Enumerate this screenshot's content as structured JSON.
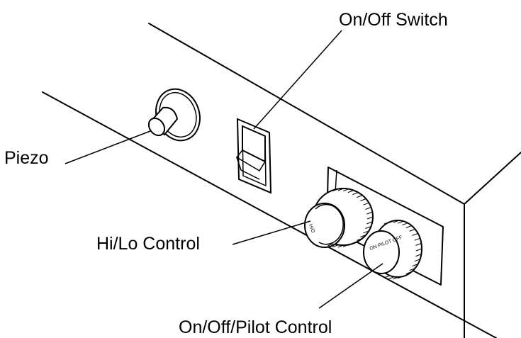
{
  "labels": {
    "on_off_switch": "On/Off Switch",
    "piezo": "Piezo",
    "hi_lo_control": "Hi/Lo Control",
    "on_off_pilot_control": "On/Off/Pilot Control"
  },
  "knob_markings": {
    "hi_lo_knob": "H/O",
    "pilot_knob": "ON  PILOT  OFF"
  },
  "colors": {
    "line": "#000000",
    "background": "#ffffff"
  }
}
